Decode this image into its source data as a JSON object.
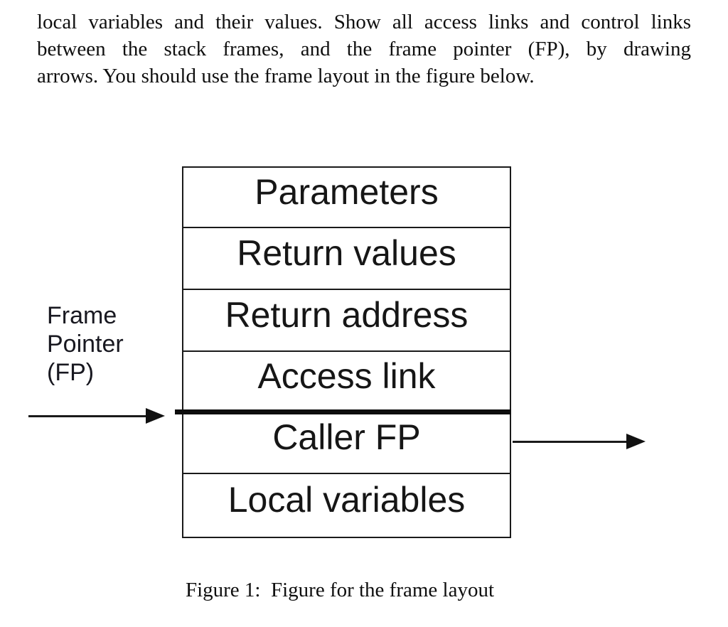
{
  "page": {
    "background": "#ffffff",
    "ink_color": "#0f0f0f",
    "border_color": "#1a1a1a"
  },
  "paragraph": {
    "lines": [
      "local variables and their values. Show all access links and control links",
      "between the stack frames, and the frame pointer (FP), by drawing",
      "arrows. You should use the frame layout in the figure below."
    ]
  },
  "figure": {
    "rows": [
      "Parameters",
      "Return values",
      "Return address",
      "Access link",
      "Caller FP",
      "Local variables"
    ],
    "fp_label_lines": [
      "Frame",
      "Pointer",
      "(FP)"
    ],
    "caption": "Figure 1:  Figure for the frame layout",
    "icons": {
      "fp_arrow": "right-arrow",
      "caller_fp_arrow": "right-arrow"
    }
  }
}
